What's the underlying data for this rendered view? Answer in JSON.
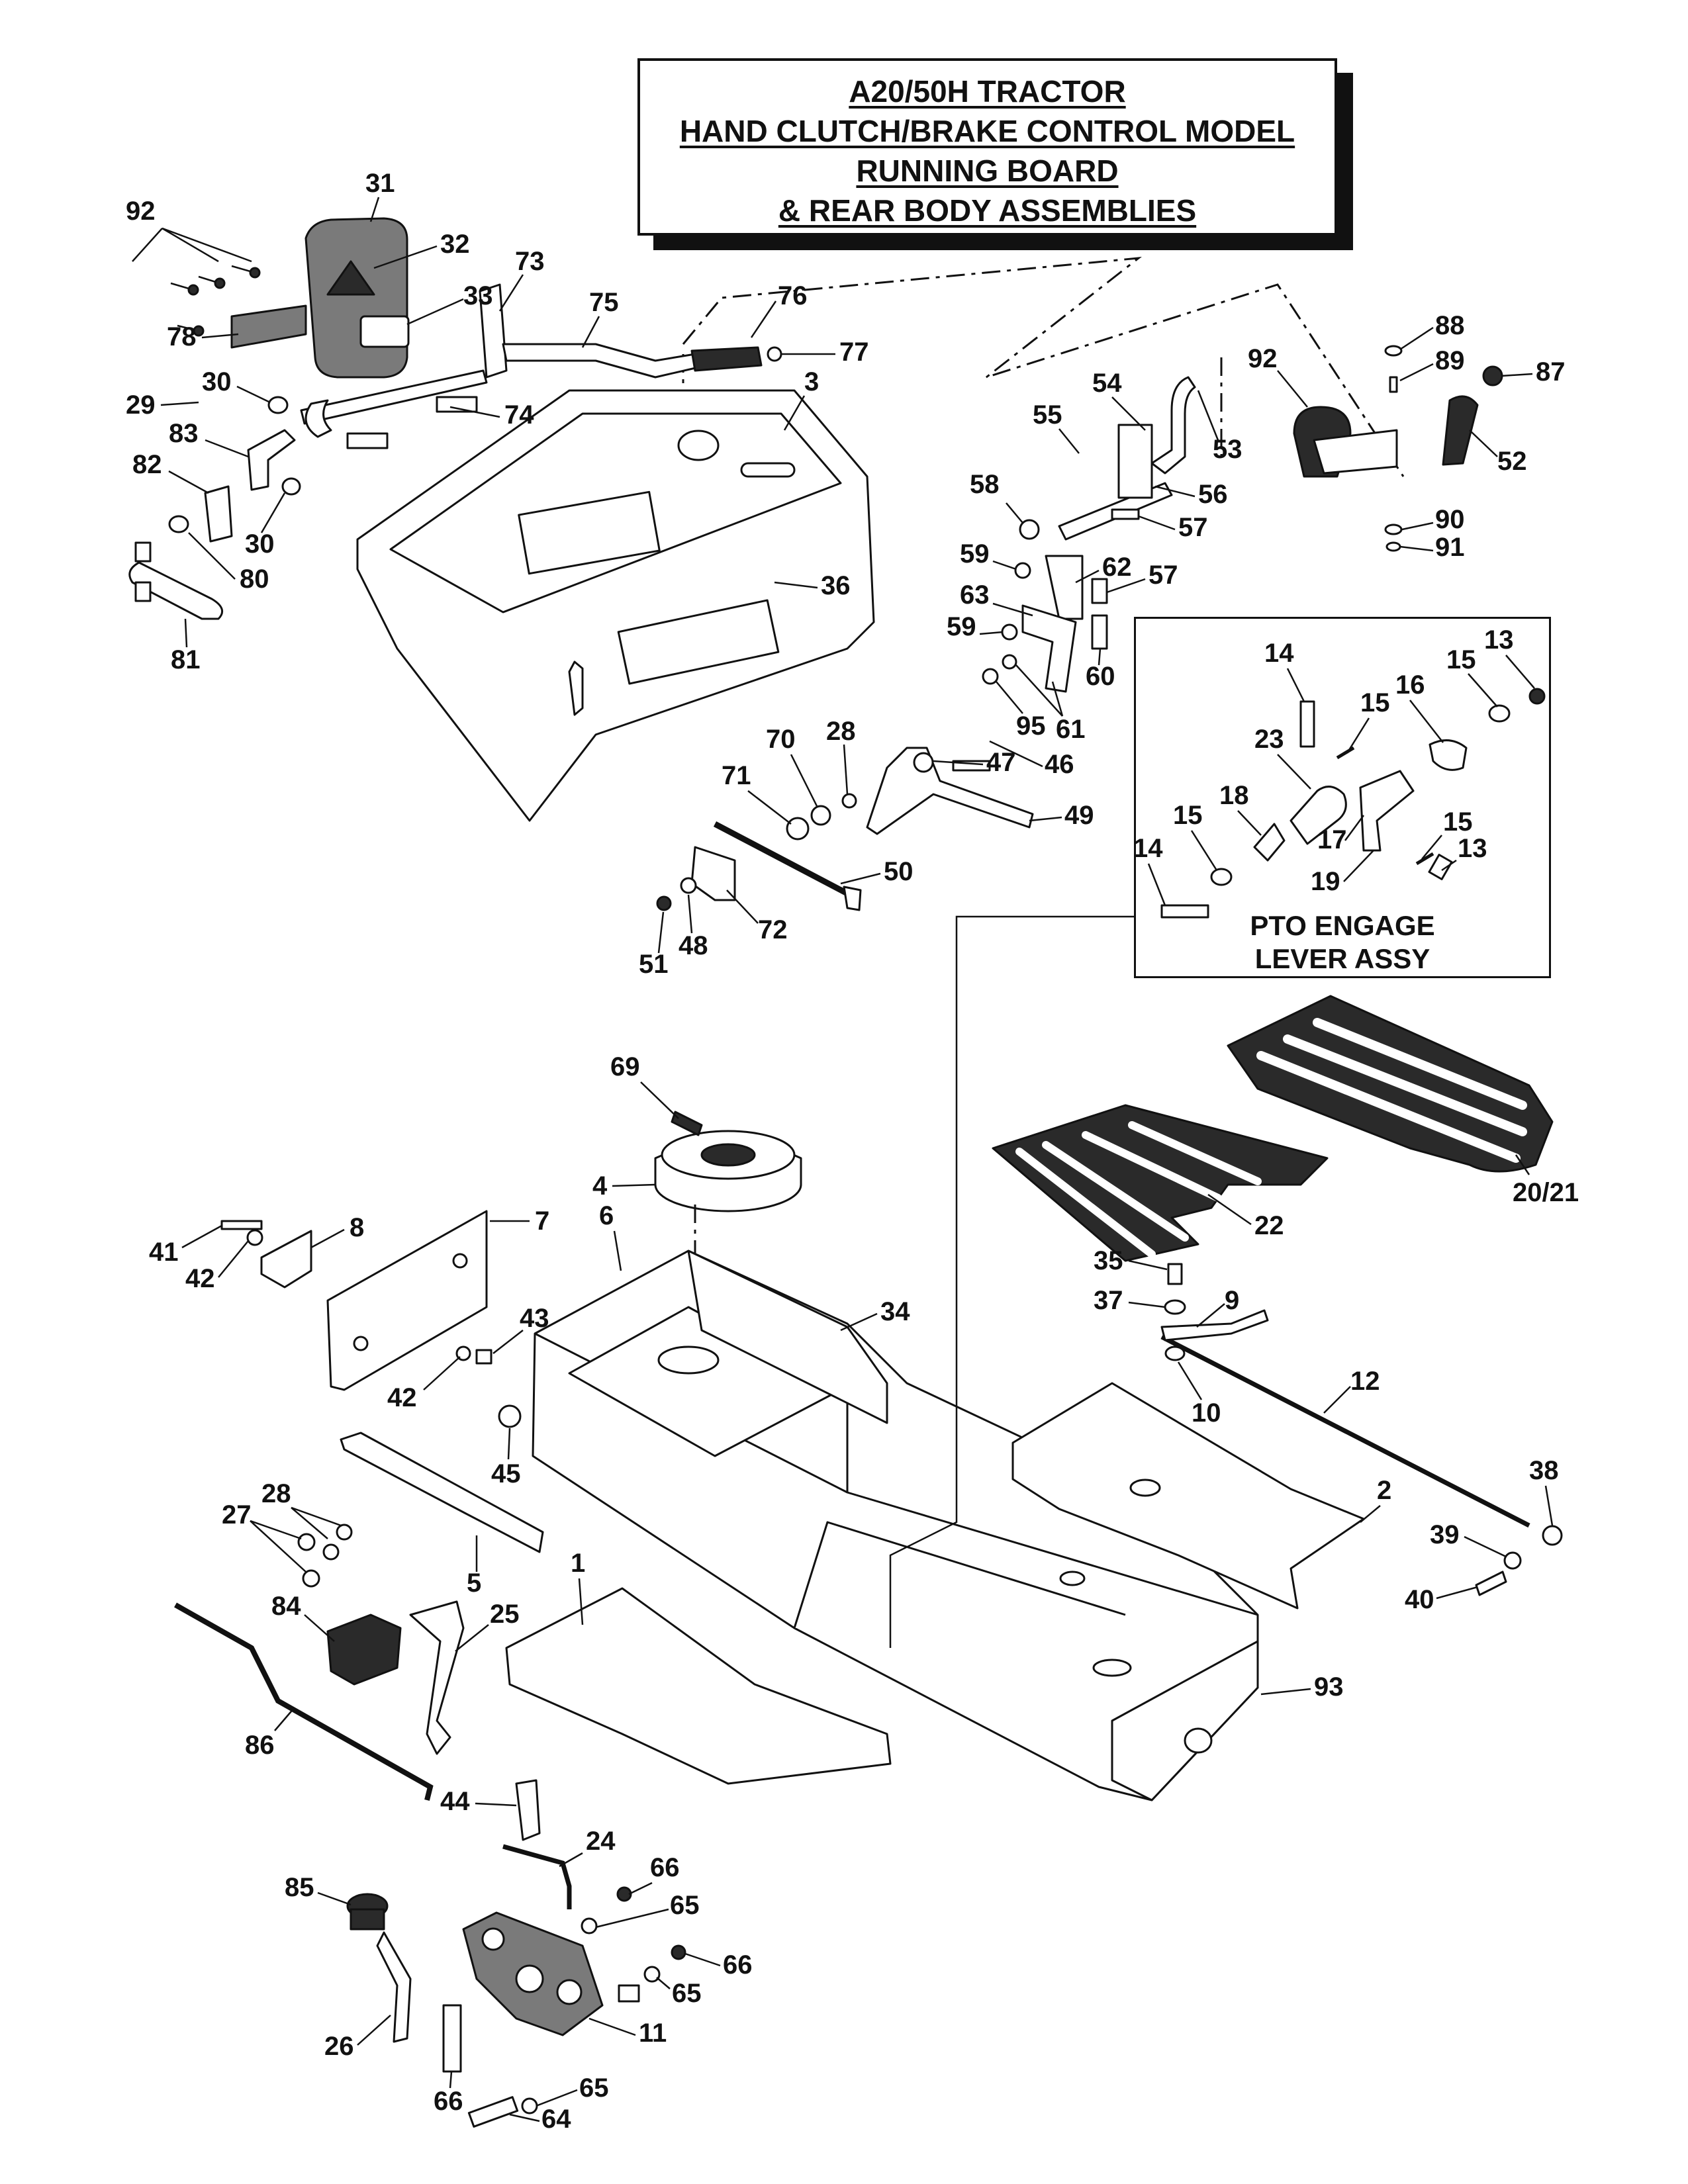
{
  "title": {
    "line1": "A20/50H TRACTOR",
    "line2": "HAND CLUTCH/BRAKE CONTROL MODEL",
    "line3": "RUNNING BOARD",
    "line4": "& REAR BODY ASSEMBLIES"
  },
  "pto_box": {
    "line1": "PTO ENGAGE",
    "line2": "LEVER ASSY"
  },
  "callouts": [
    {
      "id": "c92a",
      "text": "92"
    },
    {
      "id": "c31",
      "text": "31"
    },
    {
      "id": "c32",
      "text": "32"
    },
    {
      "id": "c33",
      "text": "33"
    },
    {
      "id": "c73",
      "text": "73"
    },
    {
      "id": "c75",
      "text": "75"
    },
    {
      "id": "c76",
      "text": "76"
    },
    {
      "id": "c77",
      "text": "77"
    },
    {
      "id": "c78",
      "text": "78"
    },
    {
      "id": "c30a",
      "text": "30"
    },
    {
      "id": "c29",
      "text": "29"
    },
    {
      "id": "c74",
      "text": "74"
    },
    {
      "id": "c3",
      "text": "3"
    },
    {
      "id": "c83",
      "text": "83"
    },
    {
      "id": "c82",
      "text": "82"
    },
    {
      "id": "c30b",
      "text": "30"
    },
    {
      "id": "c80",
      "text": "80"
    },
    {
      "id": "c81",
      "text": "81"
    },
    {
      "id": "c36",
      "text": "36"
    },
    {
      "id": "c54",
      "text": "54"
    },
    {
      "id": "c55",
      "text": "55"
    },
    {
      "id": "c92b",
      "text": "92"
    },
    {
      "id": "c88",
      "text": "88"
    },
    {
      "id": "c89",
      "text": "89"
    },
    {
      "id": "c87",
      "text": "87"
    },
    {
      "id": "c52",
      "text": "52"
    },
    {
      "id": "c53",
      "text": "53"
    },
    {
      "id": "c58",
      "text": "58"
    },
    {
      "id": "c56",
      "text": "56"
    },
    {
      "id": "c57a",
      "text": "57"
    },
    {
      "id": "c90",
      "text": "90"
    },
    {
      "id": "c91",
      "text": "91"
    },
    {
      "id": "c59a",
      "text": "59"
    },
    {
      "id": "c62",
      "text": "62"
    },
    {
      "id": "c57b",
      "text": "57"
    },
    {
      "id": "c63",
      "text": "63"
    },
    {
      "id": "c59b",
      "text": "59"
    },
    {
      "id": "c60",
      "text": "60"
    },
    {
      "id": "c95",
      "text": "95"
    },
    {
      "id": "c61",
      "text": "61"
    },
    {
      "id": "c70",
      "text": "70"
    },
    {
      "id": "c28a",
      "text": "28"
    },
    {
      "id": "c71",
      "text": "71"
    },
    {
      "id": "c47",
      "text": "47"
    },
    {
      "id": "c46",
      "text": "46"
    },
    {
      "id": "c49",
      "text": "49"
    },
    {
      "id": "c50",
      "text": "50"
    },
    {
      "id": "c72",
      "text": "72"
    },
    {
      "id": "c48",
      "text": "48"
    },
    {
      "id": "c51",
      "text": "51"
    },
    {
      "id": "c14a",
      "text": "14"
    },
    {
      "id": "c15a",
      "text": "15"
    },
    {
      "id": "c16",
      "text": "16"
    },
    {
      "id": "c15b",
      "text": "15"
    },
    {
      "id": "c13a",
      "text": "13"
    },
    {
      "id": "c23",
      "text": "23"
    },
    {
      "id": "c15c",
      "text": "15"
    },
    {
      "id": "c18",
      "text": "18"
    },
    {
      "id": "c17",
      "text": "17"
    },
    {
      "id": "c15d",
      "text": "15"
    },
    {
      "id": "c14b",
      "text": "14"
    },
    {
      "id": "c19",
      "text": "19"
    },
    {
      "id": "c13b",
      "text": "13"
    },
    {
      "id": "c69",
      "text": "69"
    },
    {
      "id": "c4",
      "text": "4"
    },
    {
      "id": "c22",
      "text": "22"
    },
    {
      "id": "c2021",
      "text": "20/21"
    },
    {
      "id": "c7",
      "text": "7"
    },
    {
      "id": "c8",
      "text": "8"
    },
    {
      "id": "c6",
      "text": "6"
    },
    {
      "id": "c41",
      "text": "41"
    },
    {
      "id": "c42a",
      "text": "42"
    },
    {
      "id": "c35",
      "text": "35"
    },
    {
      "id": "c37",
      "text": "37"
    },
    {
      "id": "c9",
      "text": "9"
    },
    {
      "id": "c34",
      "text": "34"
    },
    {
      "id": "c43",
      "text": "43"
    },
    {
      "id": "c42b",
      "text": "42"
    },
    {
      "id": "c12",
      "text": "12"
    },
    {
      "id": "c10",
      "text": "10"
    },
    {
      "id": "c45",
      "text": "45"
    },
    {
      "id": "c2",
      "text": "2"
    },
    {
      "id": "c38",
      "text": "38"
    },
    {
      "id": "c28b",
      "text": "28"
    },
    {
      "id": "c27",
      "text": "27"
    },
    {
      "id": "c39",
      "text": "39"
    },
    {
      "id": "c5",
      "text": "5"
    },
    {
      "id": "c1",
      "text": "1"
    },
    {
      "id": "c40",
      "text": "40"
    },
    {
      "id": "c84",
      "text": "84"
    },
    {
      "id": "c25",
      "text": "25"
    },
    {
      "id": "c93",
      "text": "93"
    },
    {
      "id": "c86",
      "text": "86"
    },
    {
      "id": "c44",
      "text": "44"
    },
    {
      "id": "c24",
      "text": "24"
    },
    {
      "id": "c66a",
      "text": "66"
    },
    {
      "id": "c85",
      "text": "85"
    },
    {
      "id": "c65a",
      "text": "65"
    },
    {
      "id": "c66b",
      "text": "66"
    },
    {
      "id": "c65b",
      "text": "65"
    },
    {
      "id": "c26",
      "text": "26"
    },
    {
      "id": "c11",
      "text": "11"
    },
    {
      "id": "c65c",
      "text": "65"
    },
    {
      "id": "c66c",
      "text": "66"
    },
    {
      "id": "c64",
      "text": "64"
    }
  ]
}
